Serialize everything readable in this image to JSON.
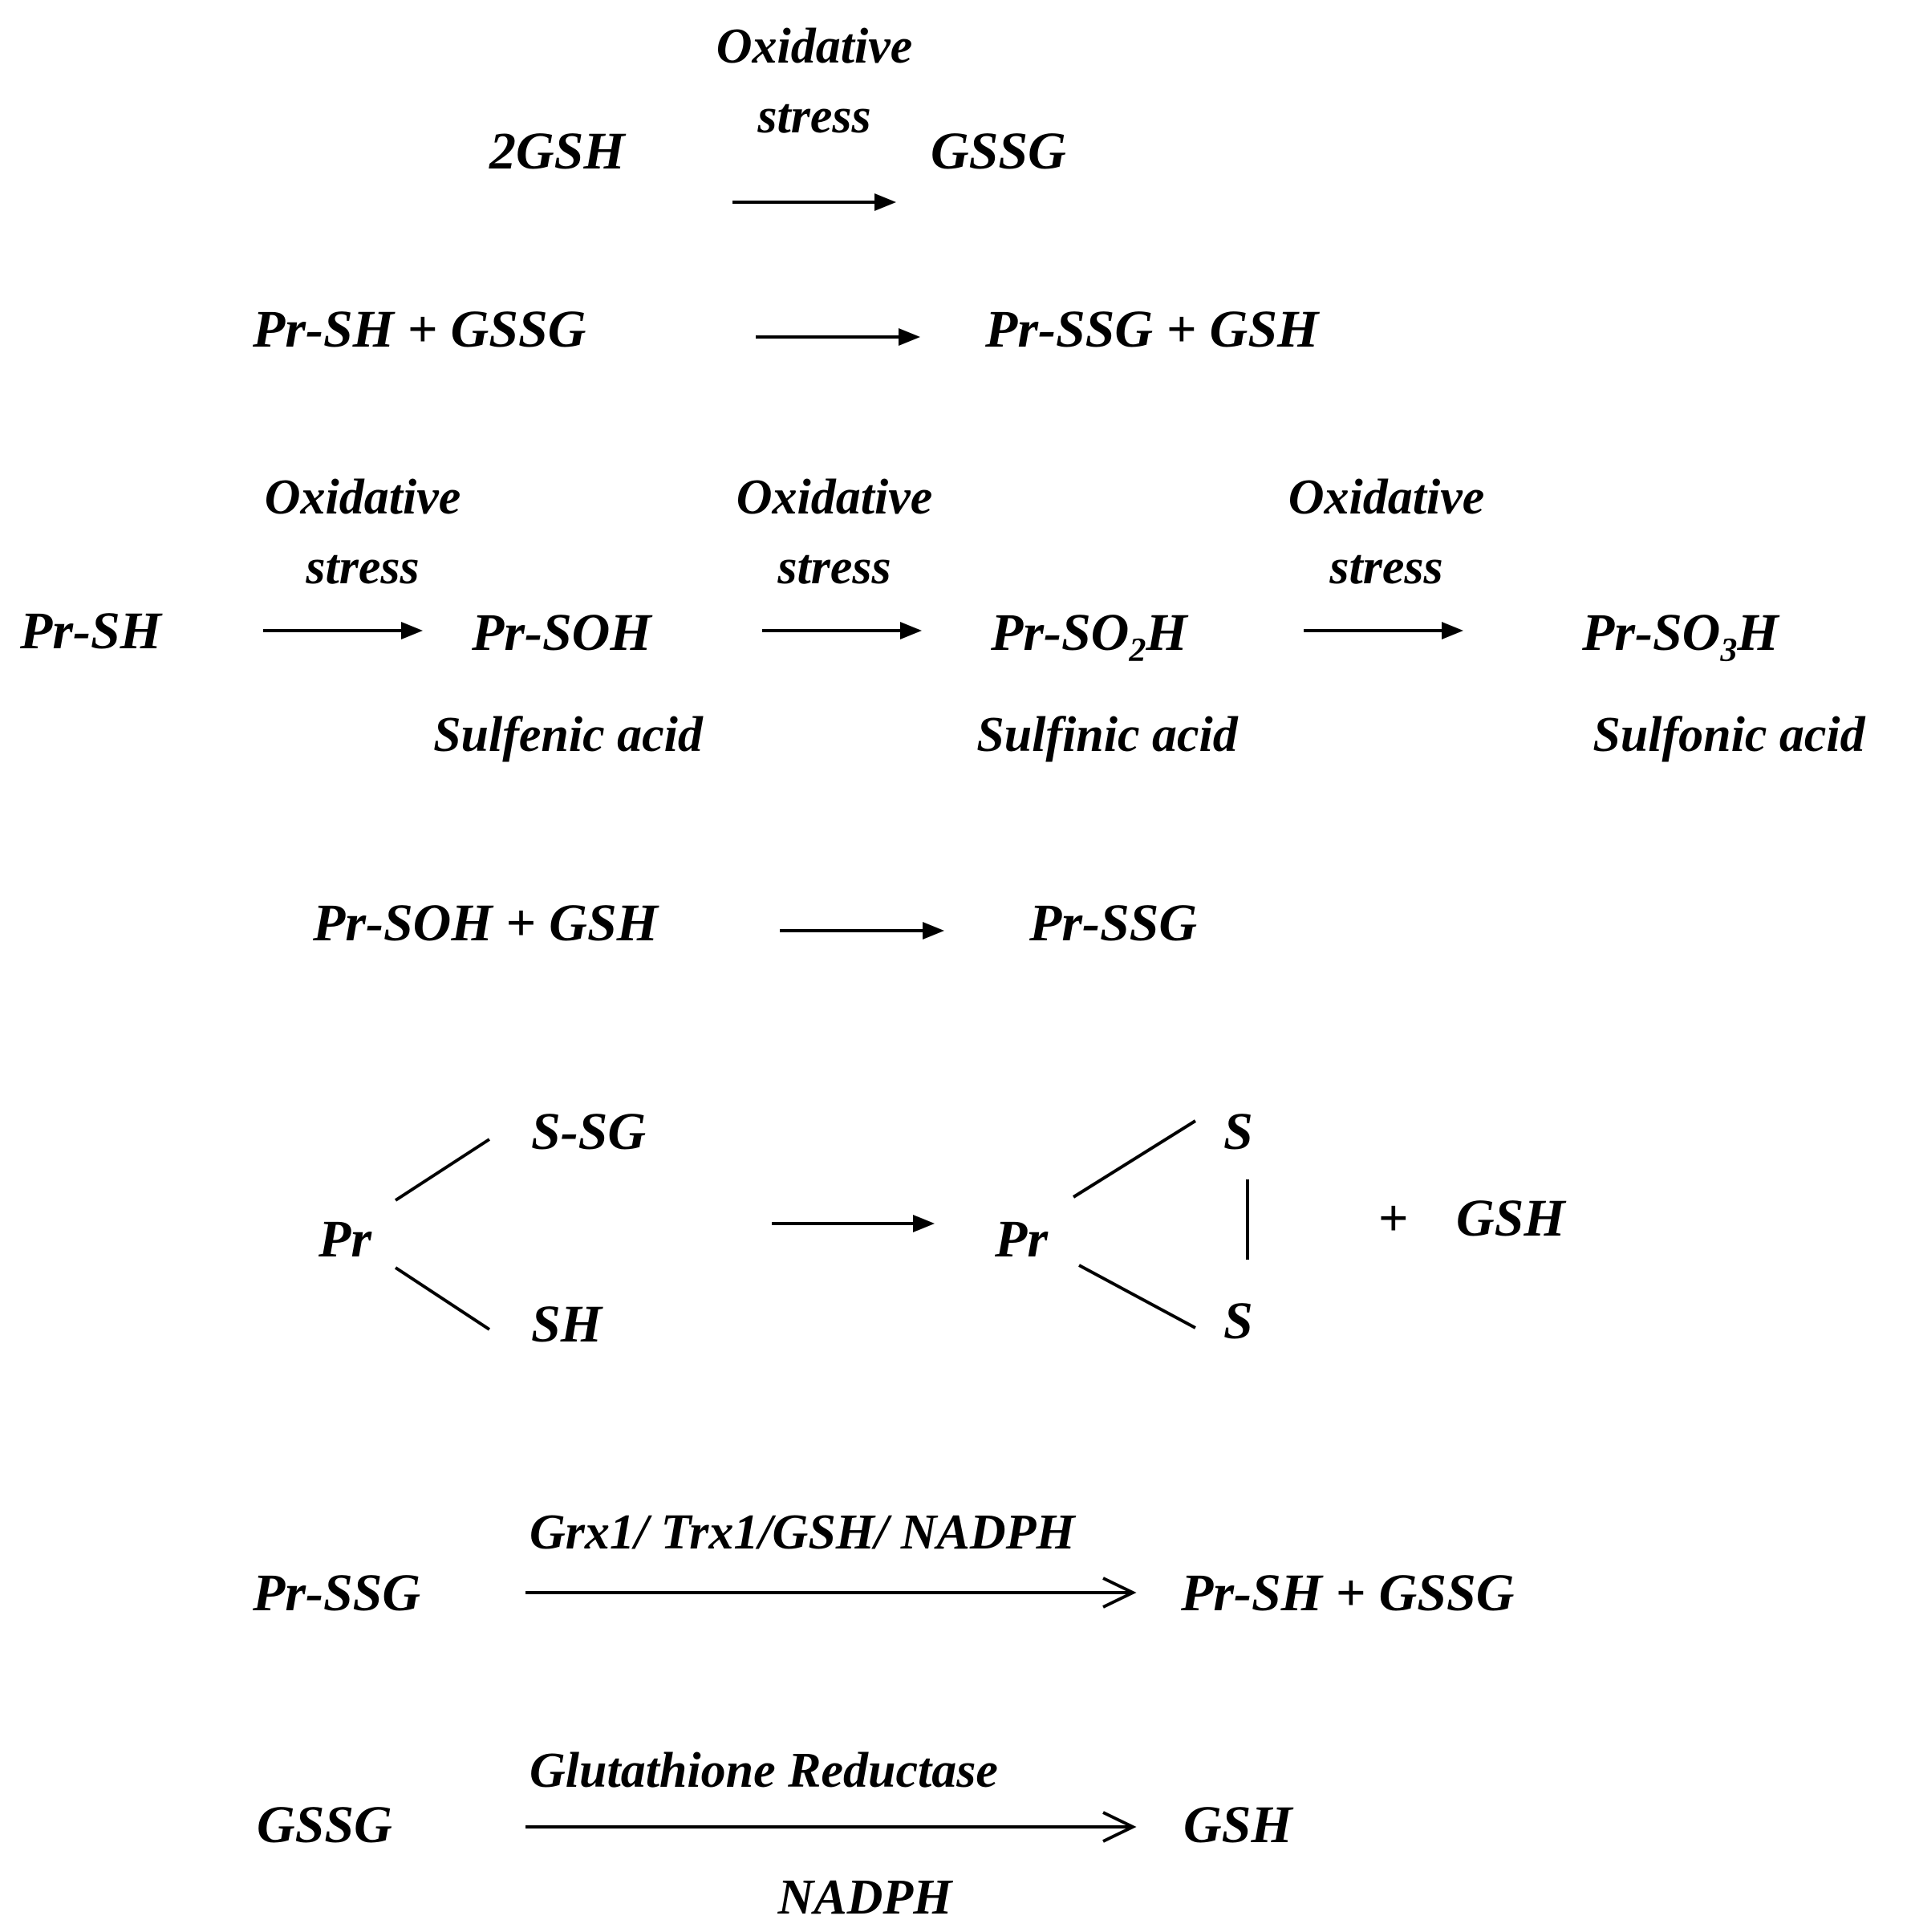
{
  "reaction1": {
    "reactant": "2GSH",
    "condition_line1": "Oxidative",
    "condition_line2": "stress",
    "product": "GSSG"
  },
  "reaction2": {
    "reactants": "Pr-SH + GSSG",
    "products": "Pr-SSG + GSH"
  },
  "reaction3": {
    "start": "Pr-SH",
    "conditions": [
      {
        "line1": "Oxidative",
        "line2": "stress"
      },
      {
        "line1": "Oxidative",
        "line2": "stress"
      },
      {
        "line1": "Oxidative",
        "line2": "stress"
      }
    ],
    "sulfenic": {
      "formula": "Pr-SOH",
      "name": "Sulfenic acid"
    },
    "sulfinic": {
      "prefix": "Pr-SO",
      "subscript": "2",
      "suffix": "H",
      "name": "Sulfinic acid"
    },
    "sulfonic": {
      "prefix": "Pr-SO",
      "subscript": "3",
      "suffix": "H",
      "name": "Sulfonic acid"
    }
  },
  "reaction4": {
    "reactants": "Pr-SOH + GSH",
    "product": "Pr-SSG"
  },
  "reaction5": {
    "reactant_core": "Pr",
    "reactant_top": "S-SG",
    "reactant_bottom": "SH",
    "product_core": "Pr",
    "product_top": "S",
    "product_bottom": "S",
    "plus": "+",
    "byproduct": "GSH"
  },
  "reaction6": {
    "reactant": "Pr-SSG",
    "catalyst": "Grx1/ Trx1/GSH/ NADPH",
    "products": "Pr-SH + GSSG"
  },
  "reaction7": {
    "reactant": "GSSG",
    "enzyme": "Glutathione Reductase",
    "cofactor": "NADPH",
    "product": "GSH"
  }
}
